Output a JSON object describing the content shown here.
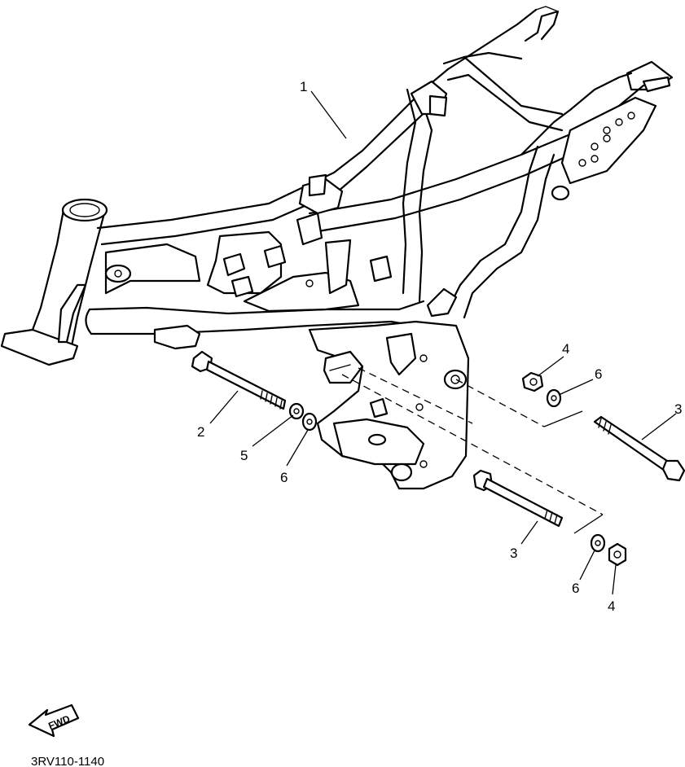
{
  "callouts": {
    "frame": "1",
    "bolt_front": "2",
    "bolt_rear_upper": "3",
    "bolt_rear_lower": "3",
    "nut_upper": "4",
    "nut_lower": "4",
    "washer_front": "5",
    "collar_front": "6",
    "collar_upper": "6",
    "collar_lower": "6"
  },
  "fwd_label": "FWD",
  "diagram_code": "3RV110-1140"
}
